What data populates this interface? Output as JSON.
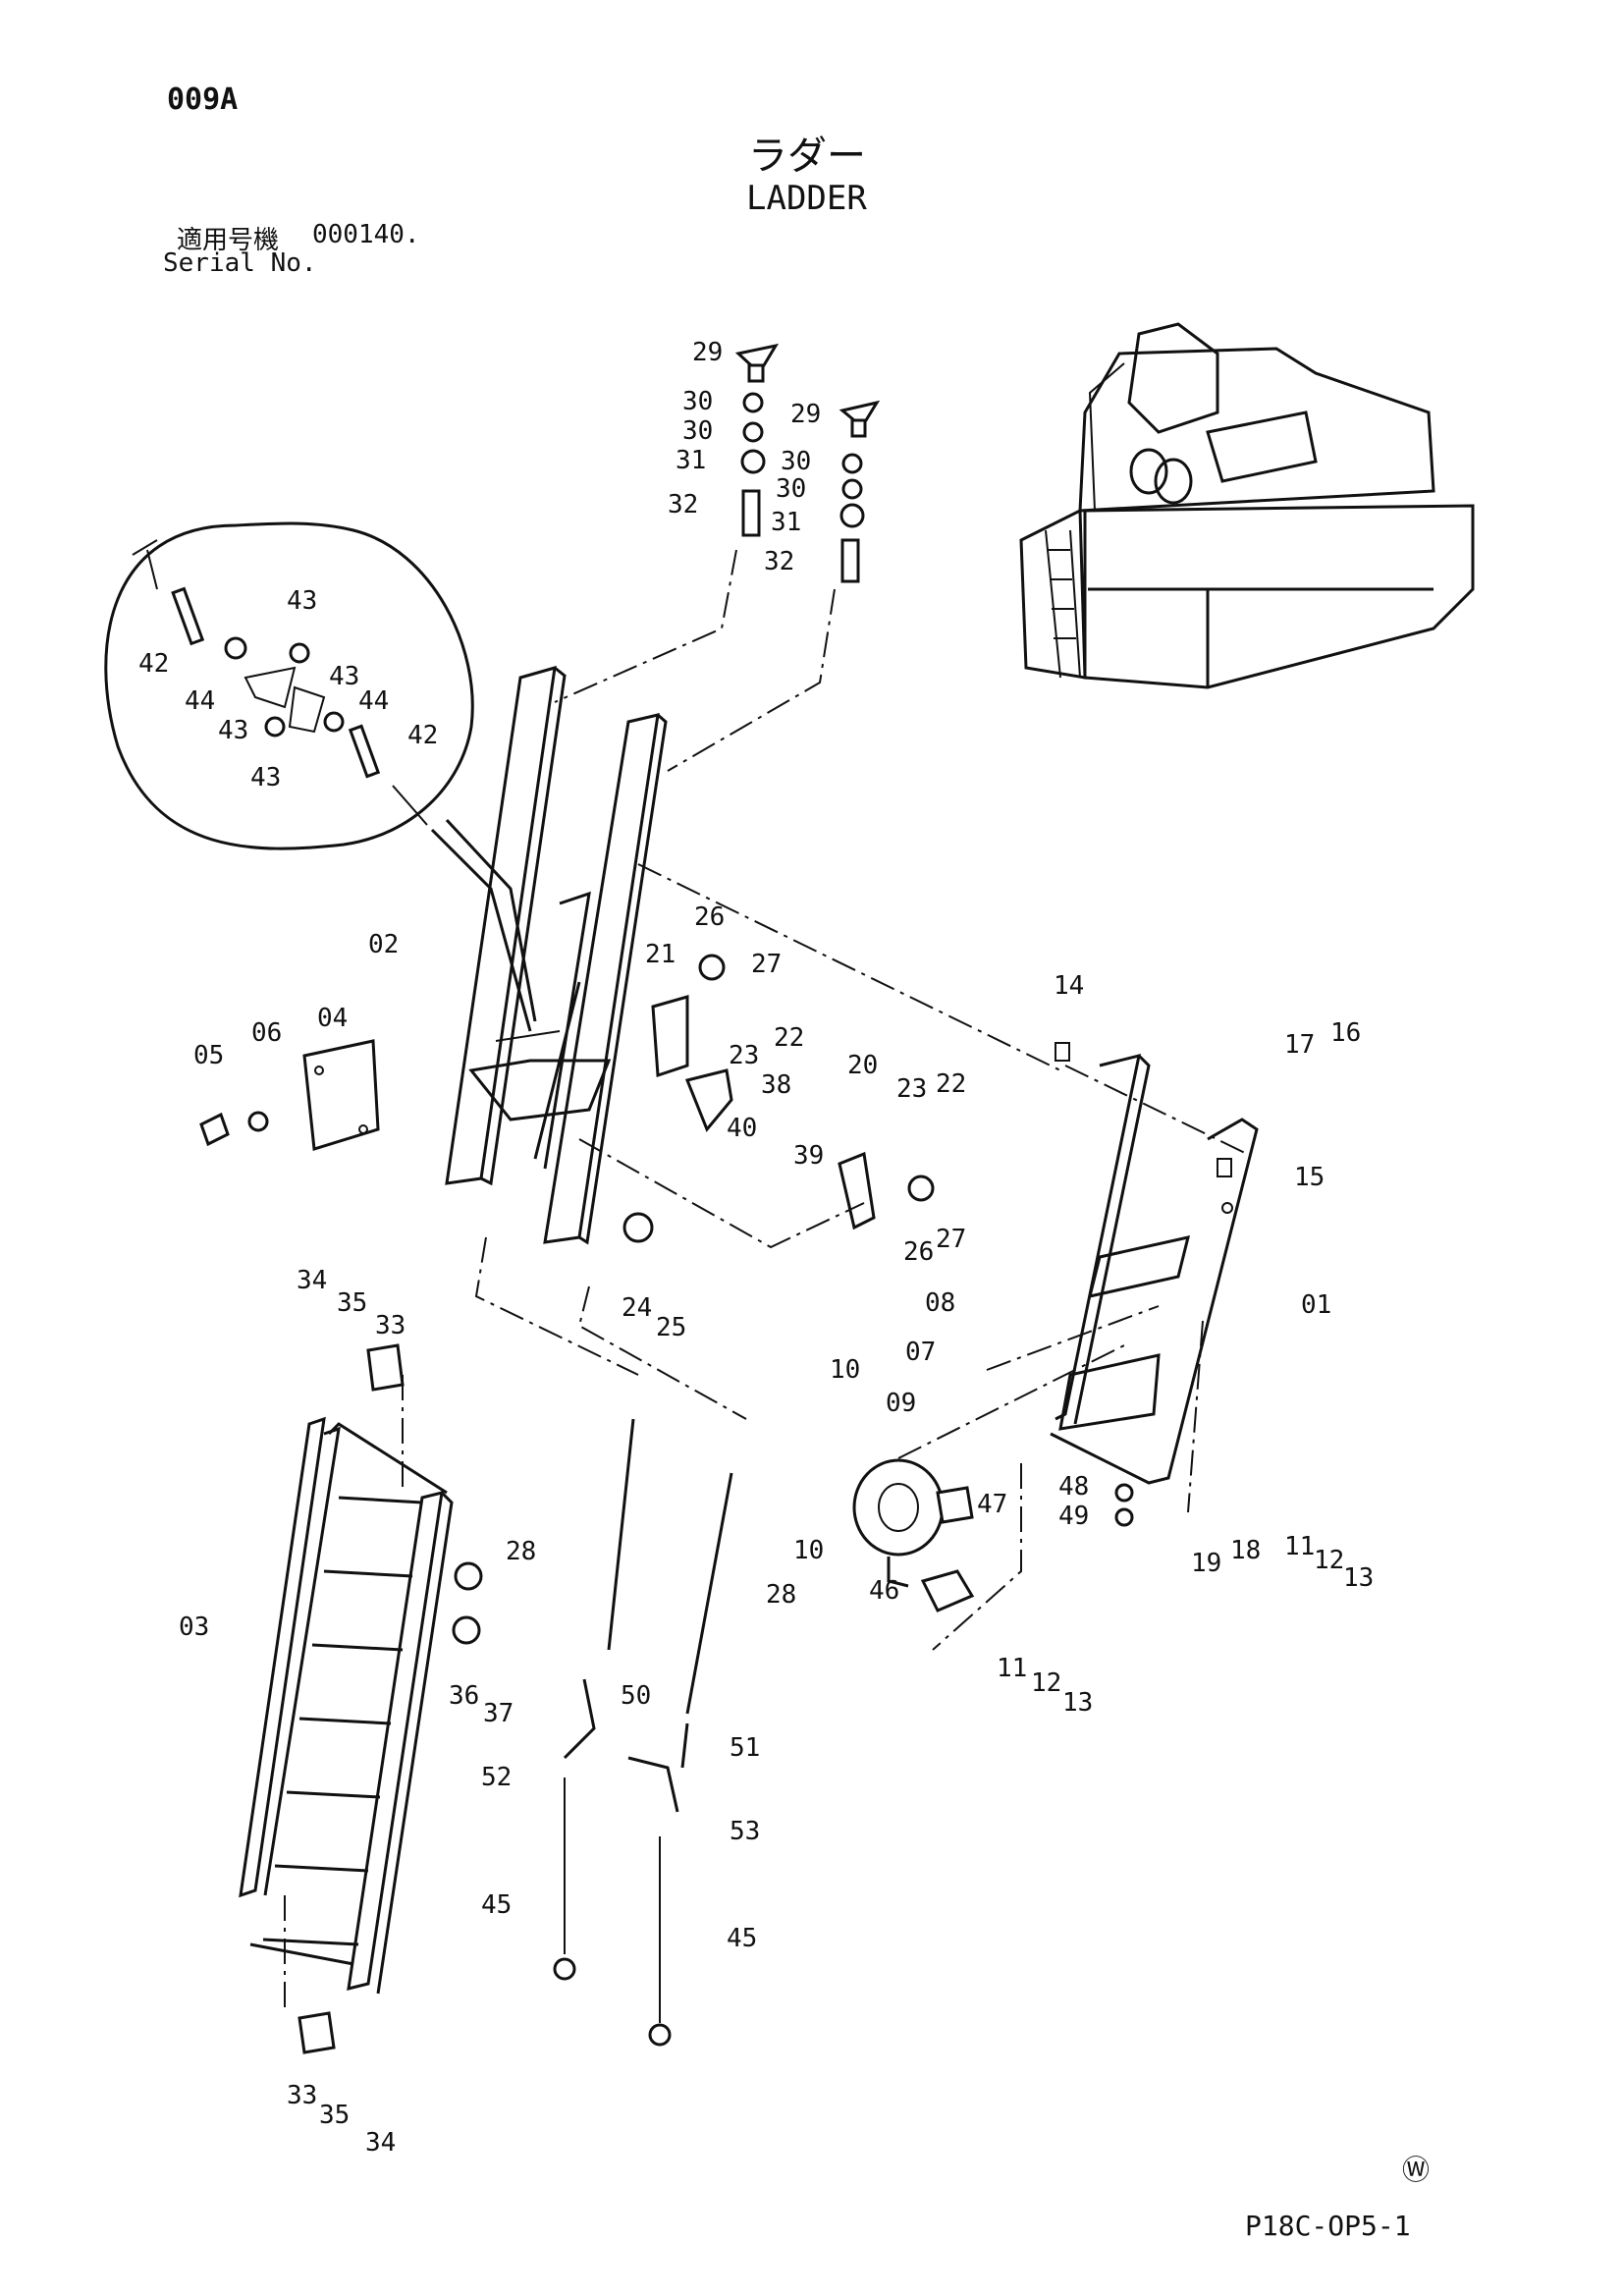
{
  "header": {
    "page_code": "009A",
    "title_jp": "ラダー",
    "title_en": "LADDER",
    "serial_label_jp": "適用号機",
    "serial_number": "000140.",
    "serial_label_en": "Serial No."
  },
  "footer": {
    "drawing_code": "P18C-OP5-1",
    "mark": "Ⓦ"
  },
  "callouts": [
    {
      "id": "29"
    },
    {
      "id": "30"
    },
    {
      "id": "30"
    },
    {
      "id": "31"
    },
    {
      "id": "32"
    },
    {
      "id": "29"
    },
    {
      "id": "30"
    },
    {
      "id": "30"
    },
    {
      "id": "31"
    },
    {
      "id": "32"
    },
    {
      "id": "43"
    },
    {
      "id": "42"
    },
    {
      "id": "44"
    },
    {
      "id": "43"
    },
    {
      "id": "43"
    },
    {
      "id": "43"
    },
    {
      "id": "44"
    },
    {
      "id": "42"
    },
    {
      "id": "02"
    },
    {
      "id": "04"
    },
    {
      "id": "05"
    },
    {
      "id": "06"
    },
    {
      "id": "21"
    },
    {
      "id": "26"
    },
    {
      "id": "27"
    },
    {
      "id": "23"
    },
    {
      "id": "22"
    },
    {
      "id": "38"
    },
    {
      "id": "40"
    },
    {
      "id": "39"
    },
    {
      "id": "20"
    },
    {
      "id": "23"
    },
    {
      "id": "22"
    },
    {
      "id": "26"
    },
    {
      "id": "27"
    },
    {
      "id": "24"
    },
    {
      "id": "25"
    },
    {
      "id": "14"
    },
    {
      "id": "17"
    },
    {
      "id": "16"
    },
    {
      "id": "15"
    },
    {
      "id": "01"
    },
    {
      "id": "08"
    },
    {
      "id": "07"
    },
    {
      "id": "10"
    },
    {
      "id": "09"
    },
    {
      "id": "10"
    },
    {
      "id": "47"
    },
    {
      "id": "46"
    },
    {
      "id": "48"
    },
    {
      "id": "49"
    },
    {
      "id": "19"
    },
    {
      "id": "18"
    },
    {
      "id": "11"
    },
    {
      "id": "12"
    },
    {
      "id": "13"
    },
    {
      "id": "11"
    },
    {
      "id": "12"
    },
    {
      "id": "13"
    },
    {
      "id": "34"
    },
    {
      "id": "35"
    },
    {
      "id": "33"
    },
    {
      "id": "03"
    },
    {
      "id": "36"
    },
    {
      "id": "37"
    },
    {
      "id": "28"
    },
    {
      "id": "28"
    },
    {
      "id": "50"
    },
    {
      "id": "51"
    },
    {
      "id": "52"
    },
    {
      "id": "53"
    },
    {
      "id": "45"
    },
    {
      "id": "45"
    },
    {
      "id": "33"
    },
    {
      "id": "35"
    },
    {
      "id": "34"
    }
  ]
}
